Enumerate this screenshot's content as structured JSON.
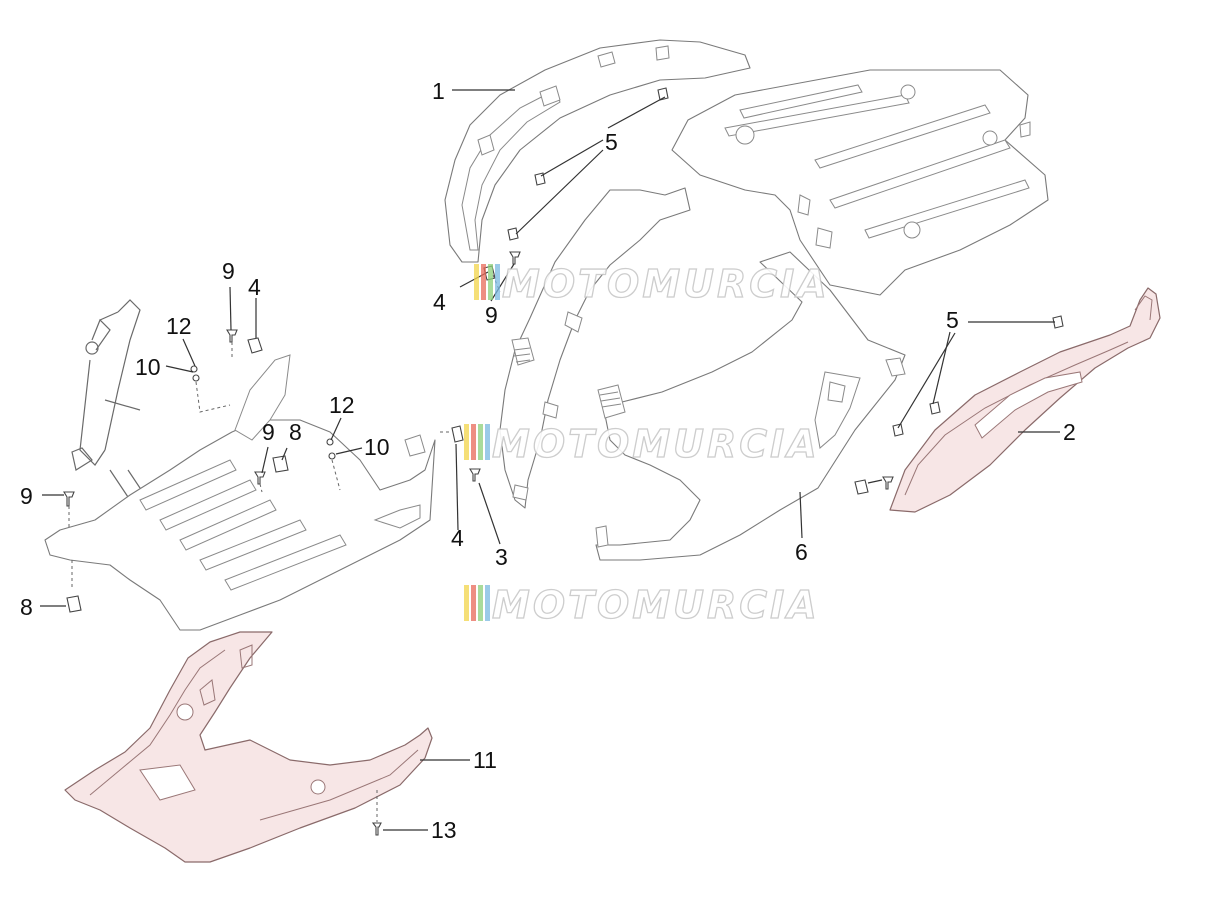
{
  "callouts": {
    "c1": "1",
    "c2": "2",
    "c3": "3",
    "c4a": "4",
    "c4b": "4",
    "c4c": "4",
    "c5a": "5",
    "c5b": "5",
    "c6": "6",
    "c8a": "8",
    "c8b": "8",
    "c9a": "9",
    "c9b": "9",
    "c9c": "9",
    "c9d": "9",
    "c10a": "10",
    "c10b": "10",
    "c11": "11",
    "c12a": "12",
    "c12b": "12",
    "c13": "13"
  },
  "watermark": {
    "brand": "MOTOMURCIA",
    "stripe_colors": [
      "#f2d44a",
      "#e86a5a",
      "#8ccf7a",
      "#7ab8e0"
    ]
  }
}
